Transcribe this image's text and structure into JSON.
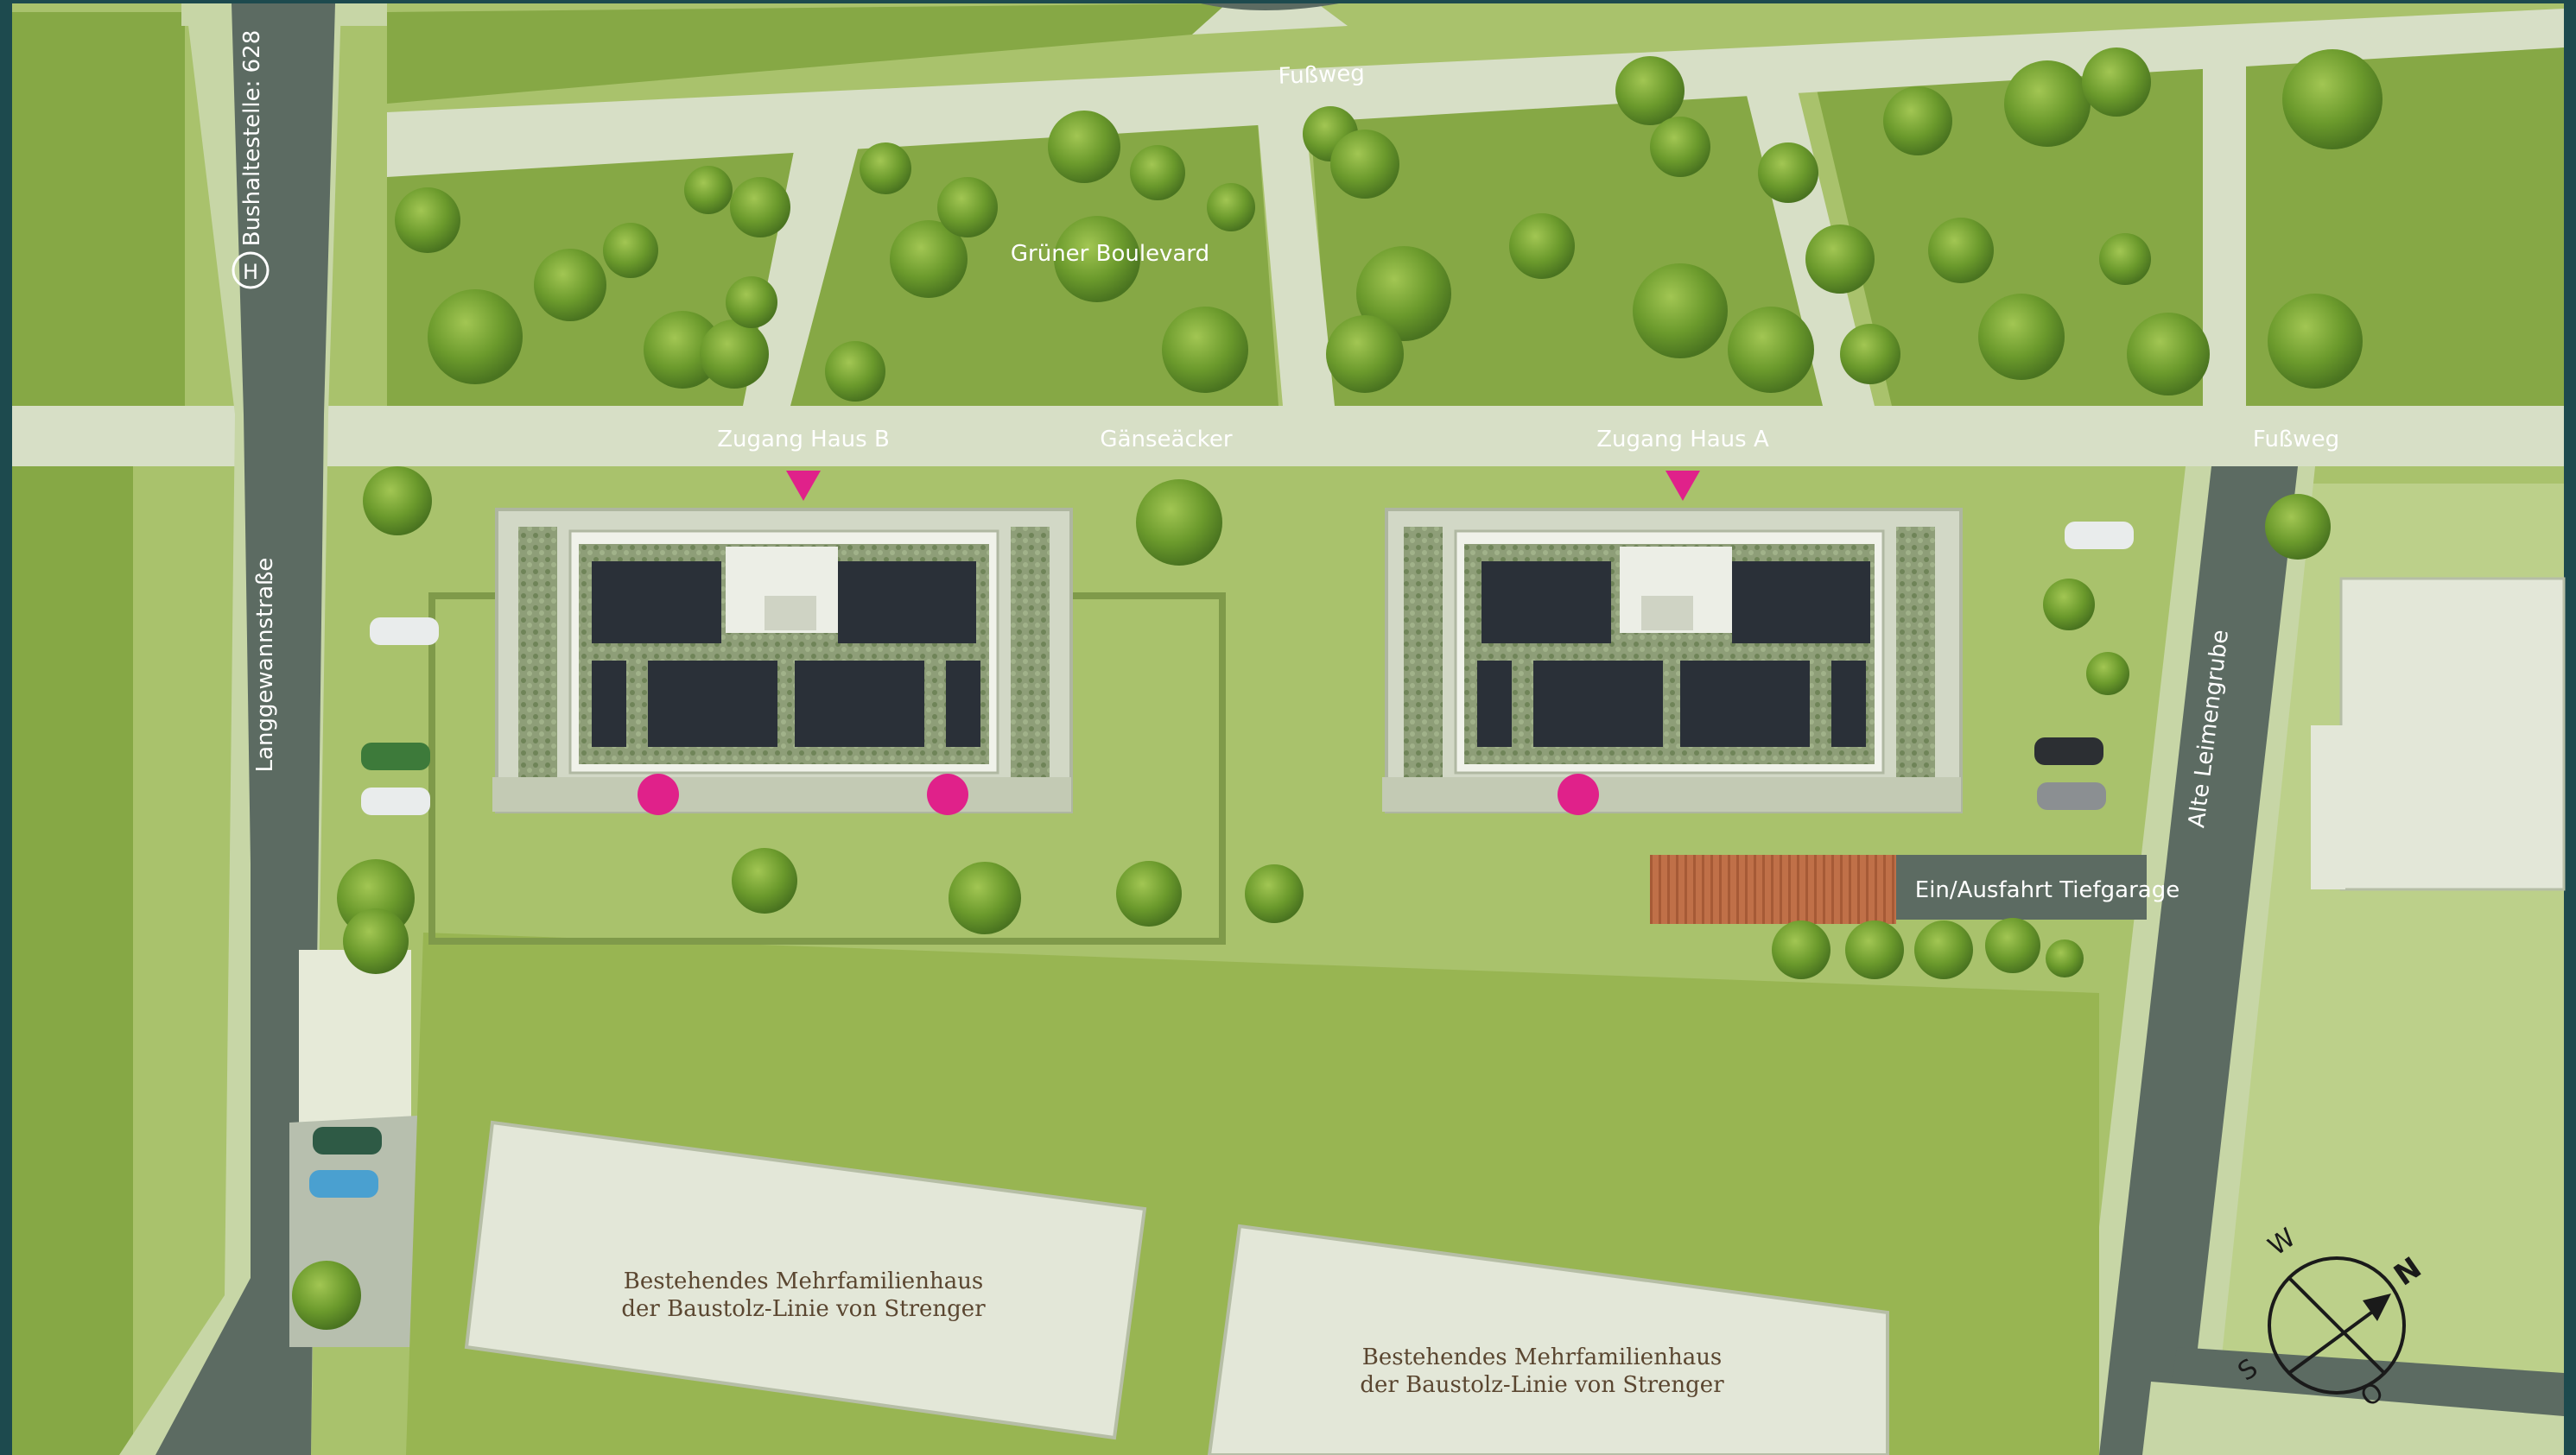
{
  "labels": {
    "footpath_top": "Fußweg",
    "green_boulevard": "Grüner Boulevard",
    "entrance_b": "Zugang Haus B",
    "gaenseaecker": "Gänseäcker",
    "entrance_a": "Zugang Haus A",
    "footpath_right": "Fußweg",
    "bus_stop": "Bushaltestelle: 628",
    "bus_stop_symbol": "H",
    "street_left": "Langgewannstraße",
    "street_right": "Alte Leimengrube",
    "garage": "Ein/Ausfahrt Tiefgarage",
    "existing_1_line1": "Bestehendes Mehrfamilienhaus",
    "existing_1_line2": "der Baustolz-Linie von Strenger",
    "existing_2_line1": "Bestehendes Mehrfamilienhaus",
    "existing_2_line2": "der Baustolz-Linie von Strenger"
  },
  "compass": {
    "n": "N",
    "o": "O",
    "s": "S",
    "w": "W"
  },
  "colors": {
    "frame": "#1d4a4e",
    "lawn": "#a9c26c",
    "park": "#86a845",
    "path": "#d7dfc6",
    "road": "#5c6b62",
    "sidewalk": "#c7d6a6",
    "building": "#e3e7d8",
    "solar": "#2a3038",
    "roof_green": "#8e9e78",
    "accent": "#e0218a",
    "deck": "#c07048",
    "tree": "#6b9a2c"
  }
}
